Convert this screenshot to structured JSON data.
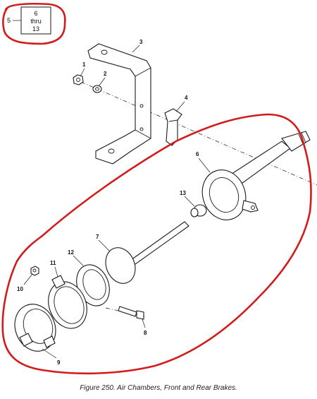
{
  "figure": {
    "caption": "Figure 250.  Air Chambers, Front and Rear Brakes."
  },
  "legend": {
    "ref": "5",
    "line1": "6",
    "line2": "thru",
    "line3": "13"
  },
  "callouts": {
    "c1": "1",
    "c2": "2",
    "c3": "3",
    "c4": "4",
    "c6": "6",
    "c7": "7",
    "c8": "8",
    "c9": "9",
    "c10": "10",
    "c11": "11",
    "c12": "12",
    "c13": "13"
  },
  "colors": {
    "ink": "#1a1a1a",
    "highlight": "#d21b1b",
    "paper": "#ffffff"
  }
}
